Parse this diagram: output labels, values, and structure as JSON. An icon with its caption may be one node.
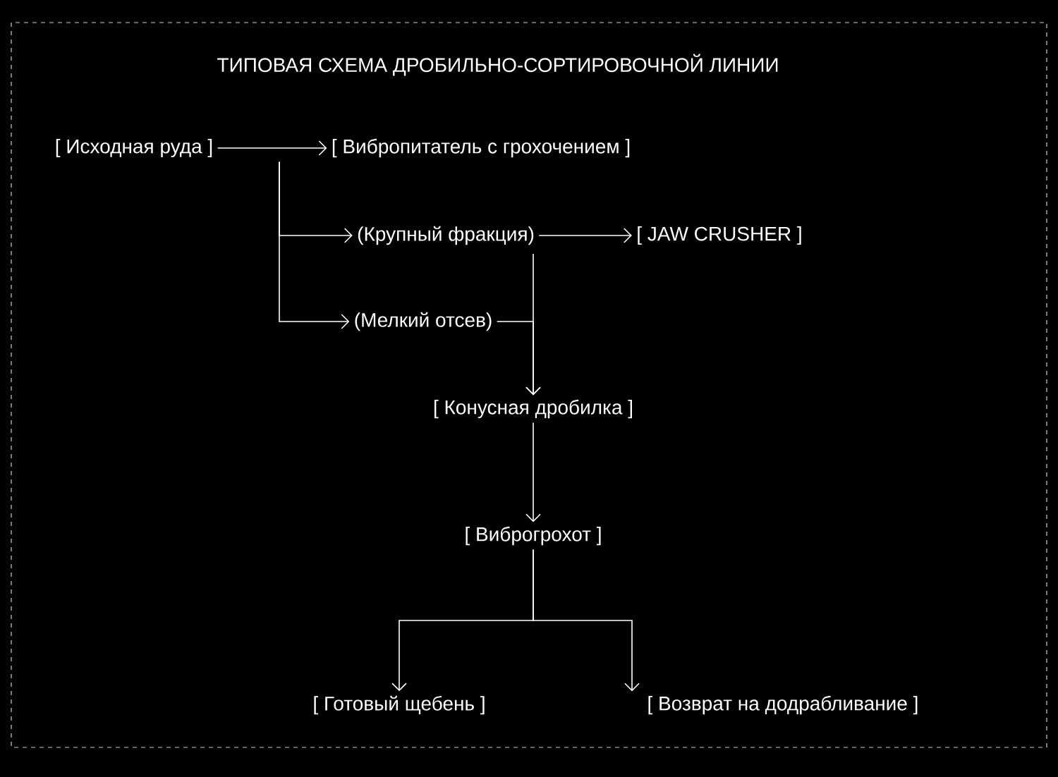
{
  "diagram": {
    "title": "ТИПОВАЯ СХЕМА ДРОБИЛЬНО-СОРТИРОВОЧНОЙ ЛИНИИ",
    "nodes": [
      {
        "text": [
          "[ Исходная руда ]"
        ]
      },
      {
        "text": [
          "[ Вибропитатель с грохочением ]"
        ]
      },
      {
        "text": [
          "(Крупный фракция)"
        ]
      },
      {
        "text": [
          "[ JAW CRUSHER ]"
        ]
      },
      {
        "text": [
          "(Мелкий отсев)"
        ]
      },
      {
        "text": [
          "[ Конусная дробилка ]"
        ]
      },
      {
        "text": [
          "[ Виброгрохот ]"
        ]
      },
      {
        "text": [
          "[ Готовый щебень ]"
        ]
      },
      {
        "text": [
          "[ Возврат на додрабливание ]"
        ]
      }
    ],
    "edges": [
      {
        "from": 0,
        "to": 1,
        "arrow": "to"
      },
      {
        "from": 1,
        "to": 2,
        "arrow": "to"
      },
      {
        "from": 1,
        "to": 4,
        "arrow": "to"
      },
      {
        "from": 2,
        "to": 3,
        "arrow": "to"
      },
      {
        "from": 2,
        "to": 5,
        "arrow": "to"
      },
      {
        "from": 4,
        "to": 5,
        "arrow": "to"
      },
      {
        "from": 5,
        "to": 6,
        "arrow": "to"
      },
      {
        "from": 6,
        "to": 7,
        "arrow": "to"
      },
      {
        "from": 6,
        "to": 8,
        "arrow": "to"
      }
    ]
  }
}
